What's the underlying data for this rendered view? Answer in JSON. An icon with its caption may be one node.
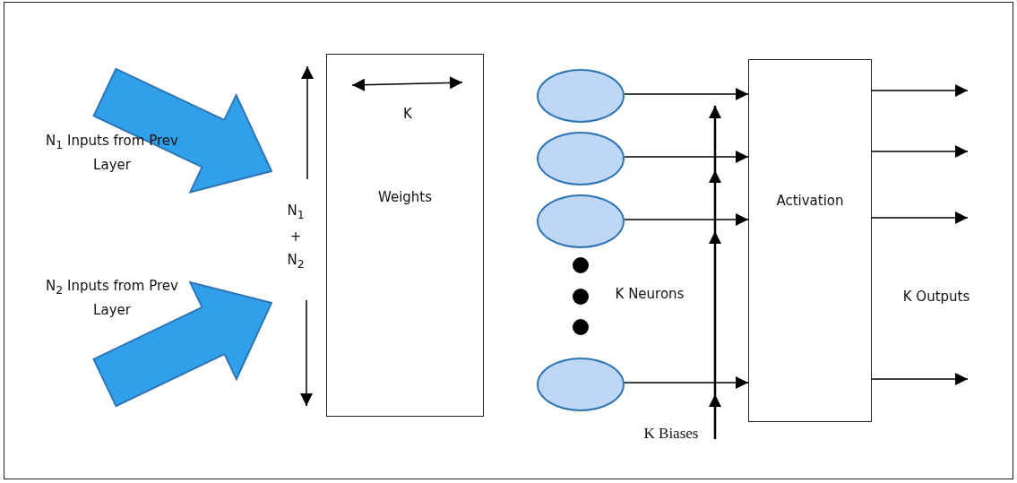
{
  "diagram": {
    "nodes": [
      {
        "text": [
          "N$_{1}$ Inputs from Prev Layer"
        ]
      },
      {
        "text": [
          "N$_{2}$ Inputs from Prev Layer"
        ]
      },
      {
        "text": [
          "Weights"
        ]
      },
      {
        "text": [],
        "shape": "ellipse"
      },
      {
        "text": [],
        "shape": "ellipse"
      },
      {
        "text": [],
        "shape": "ellipse"
      },
      {
        "text": [],
        "shape": "circle"
      },
      {
        "text": [],
        "shape": "circle"
      },
      {
        "text": [],
        "shape": "circle"
      },
      {
        "text": [],
        "shape": "ellipse"
      },
      {
        "text": [
          "Activation"
        ]
      },
      {
        "text": [
          "K Biases"
        ]
      }
    ],
    "edges": [
      {
        "from": 0,
        "to": 2,
        "arrow": "to",
        "style": "thick",
        "color": "#30a0ea"
      },
      {
        "from": 1,
        "to": 2,
        "arrow": "to",
        "style": "thick",
        "color": "#30a0ea"
      },
      {
        "from": 3,
        "to": 10,
        "arrow": "to"
      },
      {
        "from": 4,
        "to": 10,
        "arrow": "to"
      },
      {
        "from": 5,
        "to": 10,
        "arrow": "to"
      },
      {
        "from": 9,
        "to": 10,
        "arrow": "to"
      },
      {
        "from": 11,
        "to": null,
        "arrow": "to"
      },
      {
        "from": 10,
        "to": null,
        "arrow": "to"
      },
      {
        "from": 10,
        "to": null,
        "arrow": "to"
      },
      {
        "from": 10,
        "to": null,
        "arrow": "to"
      },
      {
        "from": 10,
        "to": null,
        "arrow": "to"
      }
    ],
    "labels": [
      "K",
      "N$_{1}$ + N$_{2}$",
      "K Neurons",
      "K Outputs"
    ]
  }
}
